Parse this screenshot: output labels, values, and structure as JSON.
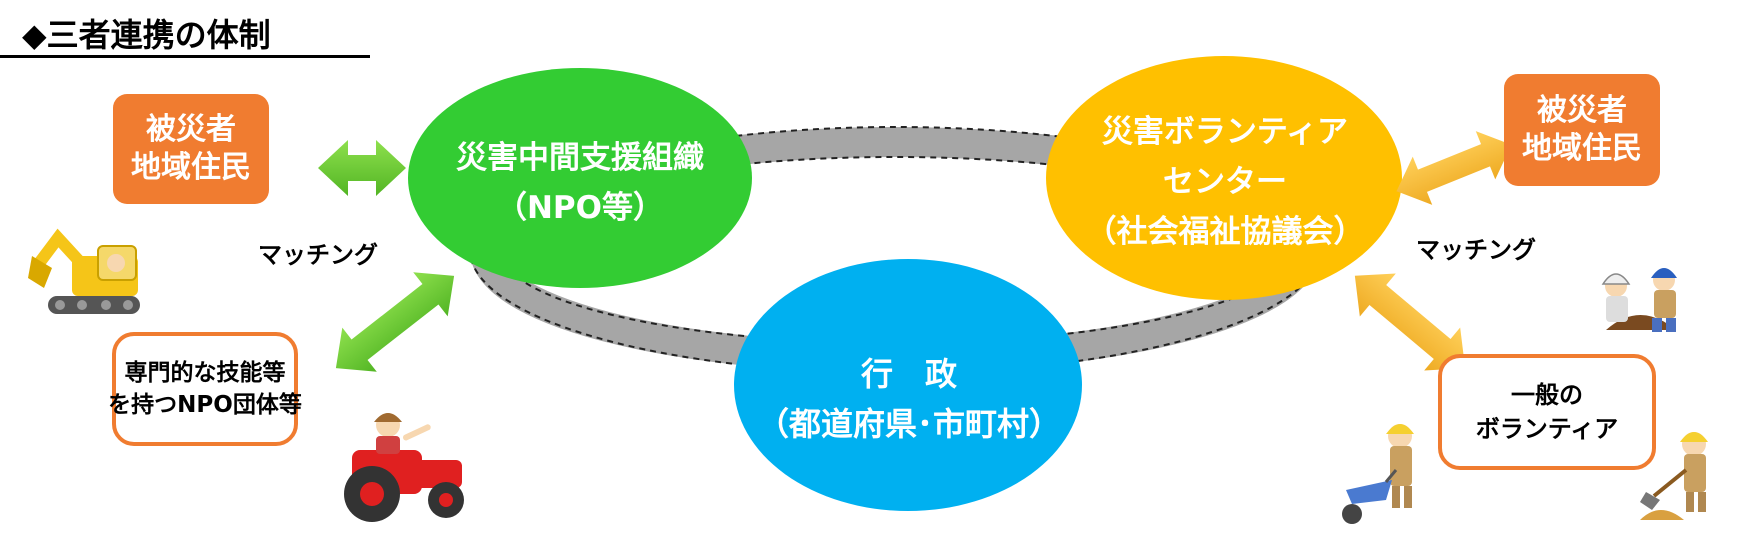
{
  "header": {
    "title": "◆三者連携の体制"
  },
  "left": {
    "top_box": {
      "line1": "被災者",
      "line2": "地域住民"
    },
    "matching": "マッチング",
    "bottom_box": {
      "line1": "専門的な技能等",
      "line2": "を持つNPO団体等"
    }
  },
  "right": {
    "top_box": {
      "line1": "被災者",
      "line2": "地域住民"
    },
    "matching": "マッチング",
    "bottom_box": {
      "line1": "一般の",
      "line2": "ボランティア"
    }
  },
  "nodes": {
    "npo": {
      "line1": "災害中間支援組織",
      "line2": "（NPO等）"
    },
    "vc": {
      "line1": "災害ボランティア",
      "line2": "センター",
      "line3": "（社会福祉協議会）"
    },
    "gov": {
      "line1": "行　政",
      "line2": "（都道府県･市町村）"
    }
  },
  "colors": {
    "npo": "#33cc33",
    "vc": "#ffc000",
    "gov": "#00b0f0",
    "resident_box": "#f07c30",
    "arrow_left": "#66cc33",
    "arrow_right": "#f7b733",
    "ring": "#a6a6a6"
  },
  "icons": [
    "excavator-icon",
    "tractor-icon",
    "volunteer-workers-icon",
    "wheelbarrow-worker-icon",
    "shovel-worker-icon"
  ]
}
